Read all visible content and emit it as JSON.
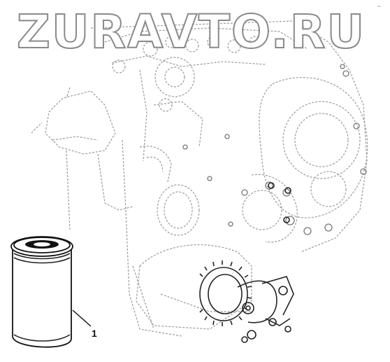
{
  "watermark": {
    "text": "ZURAVTO.RU"
  },
  "callout": {
    "number": "1"
  },
  "corner_mark": {
    "text": "~"
  },
  "colors": {
    "line": "#111111",
    "ghost_line": "#9a9a9a",
    "background": "#ffffff"
  },
  "parts": [
    {
      "callout": "1",
      "name": "oil-filter"
    }
  ]
}
